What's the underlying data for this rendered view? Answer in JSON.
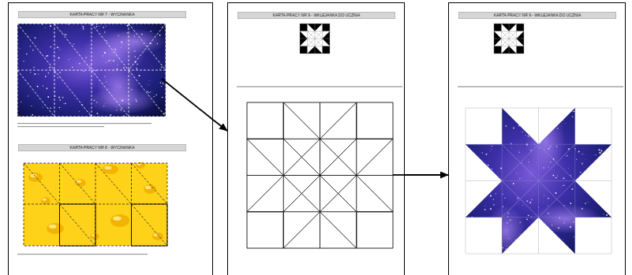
{
  "diagram": {
    "nodes": [
      {
        "text": [
          "KARTA PRACY NR 7 - WYCINANKA",
          "KARTA PRACY NR 8 - WYCINANKA"
        ]
      },
      {
        "text": [
          "KARTA PRACY NR 9 - WKLEJANKA DO UCZNIA"
        ]
      },
      {
        "text": [
          "KARTA PRACY NR 9 - WKLEJANKA DO UCZNIA"
        ]
      }
    ],
    "edges": [
      {
        "from": 0,
        "to": 1,
        "arrow": "to"
      },
      {
        "from": 1,
        "to": 2,
        "arrow": "to"
      }
    ]
  }
}
